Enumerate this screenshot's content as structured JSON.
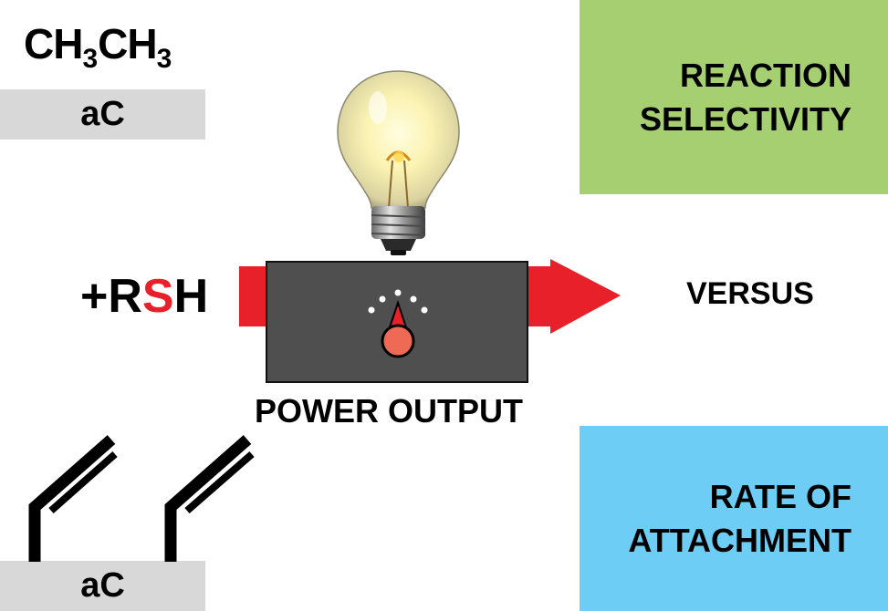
{
  "top_substrate": {
    "molecule_main": "CH",
    "molecule_sub_1": "3",
    "molecule_mid": "CH",
    "molecule_sub_2": "3",
    "surface_label": "aC"
  },
  "bottom_substrate": {
    "surface_label": "aC"
  },
  "reagent": {
    "prefix": "+R",
    "highlight": "S",
    "suffix": "H"
  },
  "power_box": {
    "label": "POWER OUTPUT"
  },
  "comparison_label": "VERSUS",
  "outcome_top": {
    "line1": "REACTION",
    "line2": "SELECTIVITY"
  },
  "outcome_bottom": {
    "line1": "RATE OF",
    "line2": "ATTACHMENT"
  },
  "colors": {
    "arrow_red": "#e8202a",
    "box_gray": "#4f4f4f",
    "knob_orange": "#ee6a55",
    "panel_green": "#a6cf72",
    "panel_blue": "#6dcdf4",
    "surface_gray": "#d8d8d8"
  }
}
